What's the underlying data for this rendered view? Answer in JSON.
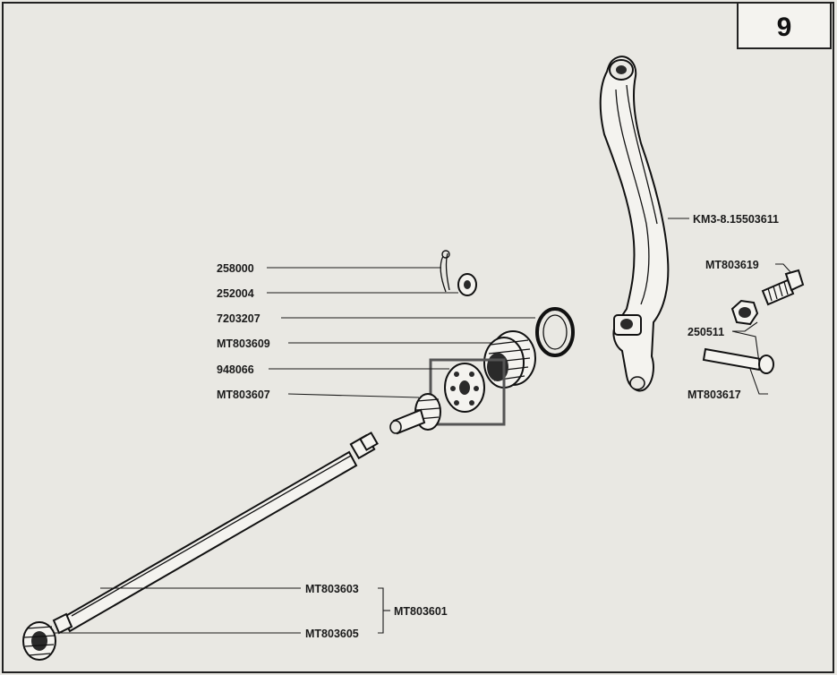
{
  "page_number": "9",
  "labels": {
    "p258000": "258000",
    "p252004": "252004",
    "p7203207": "7203207",
    "pMT803609": "MT803609",
    "p948066": "948066",
    "pMT803607": "MT803607",
    "pKM3": "KM3-8.15503611",
    "pMT803619": "MT803619",
    "p250511": "250511",
    "pMT803617": "MT803617",
    "pMT803603": "MT803603",
    "pMT803601": "MT803601",
    "pMT803605": "MT803605"
  },
  "highlight_box_color": "#555555",
  "paper_color": "#e9e8e3"
}
